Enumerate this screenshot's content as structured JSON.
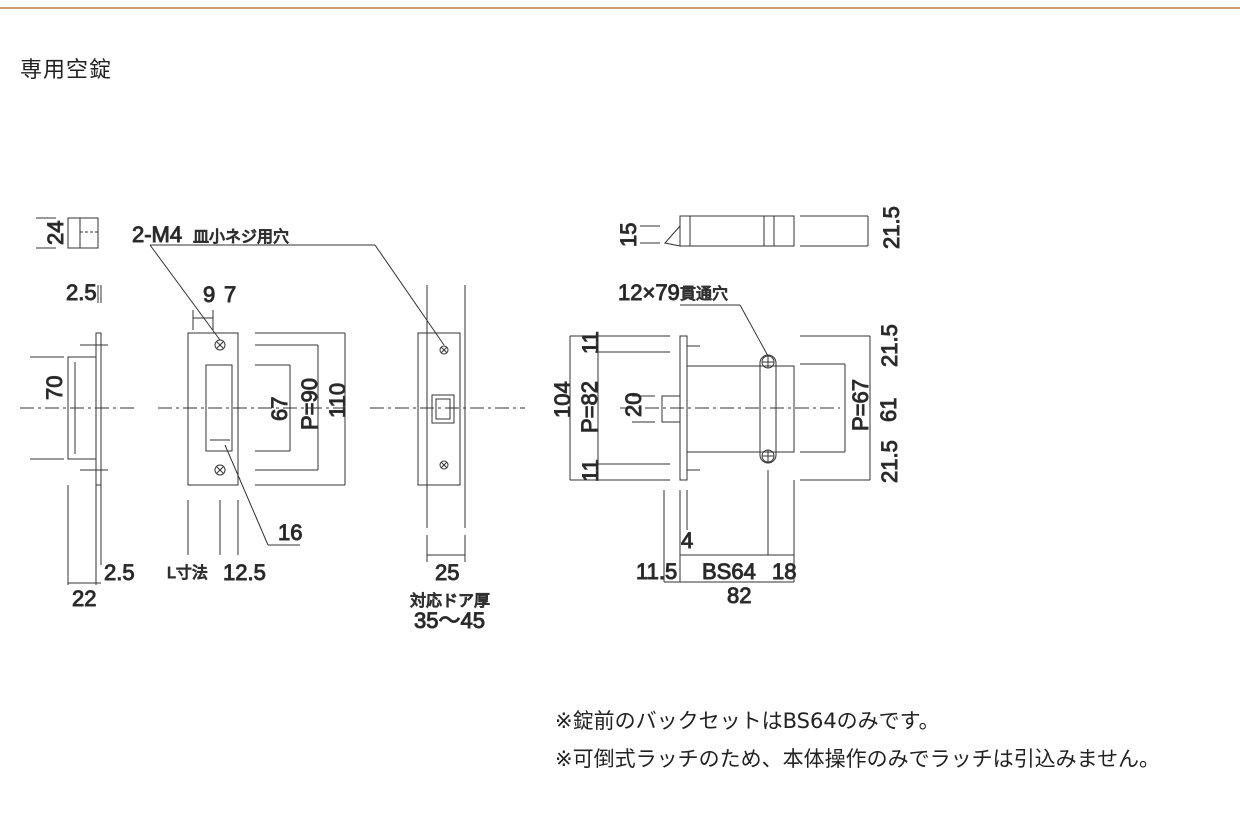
{
  "page": {
    "title": "専用空錠",
    "accent_color": "#c8a06a"
  },
  "drawing": {
    "callouts": {
      "screw_holes": "2-M4",
      "screw_holes_note": "皿小ネジ用穴",
      "through_hole": "12×79",
      "through_hole_note": "貫通穴"
    },
    "dims": {
      "d24": "24",
      "d2_5a": "2.5",
      "d70": "70",
      "d22": "22",
      "d2_5b": "2.5",
      "d9": "9",
      "d7": "7",
      "d67a": "67",
      "dP90": "P=90",
      "d110": "110",
      "d16": "16",
      "l_size": "L寸法",
      "d12_5": "12.5",
      "d25": "25",
      "door_label": "対応ドア厚",
      "door_range": "35～45",
      "d15": "15",
      "d21_5a": "21.5",
      "d104": "104",
      "dP82": "P=82",
      "d11a": "11",
      "d11b": "11",
      "d20": "20",
      "dP67": "P=67",
      "d61": "61",
      "d21_5b": "21.5",
      "d21_5c": "21.5",
      "d4": "4",
      "d11_5": "11.5",
      "dBS64": "BS64",
      "d18": "18",
      "d82": "82"
    }
  },
  "notes": [
    "※錠前のバックセットはBS64のみです。",
    "※可倒式ラッチのため、本体操作のみでラッチは引込みません。"
  ]
}
